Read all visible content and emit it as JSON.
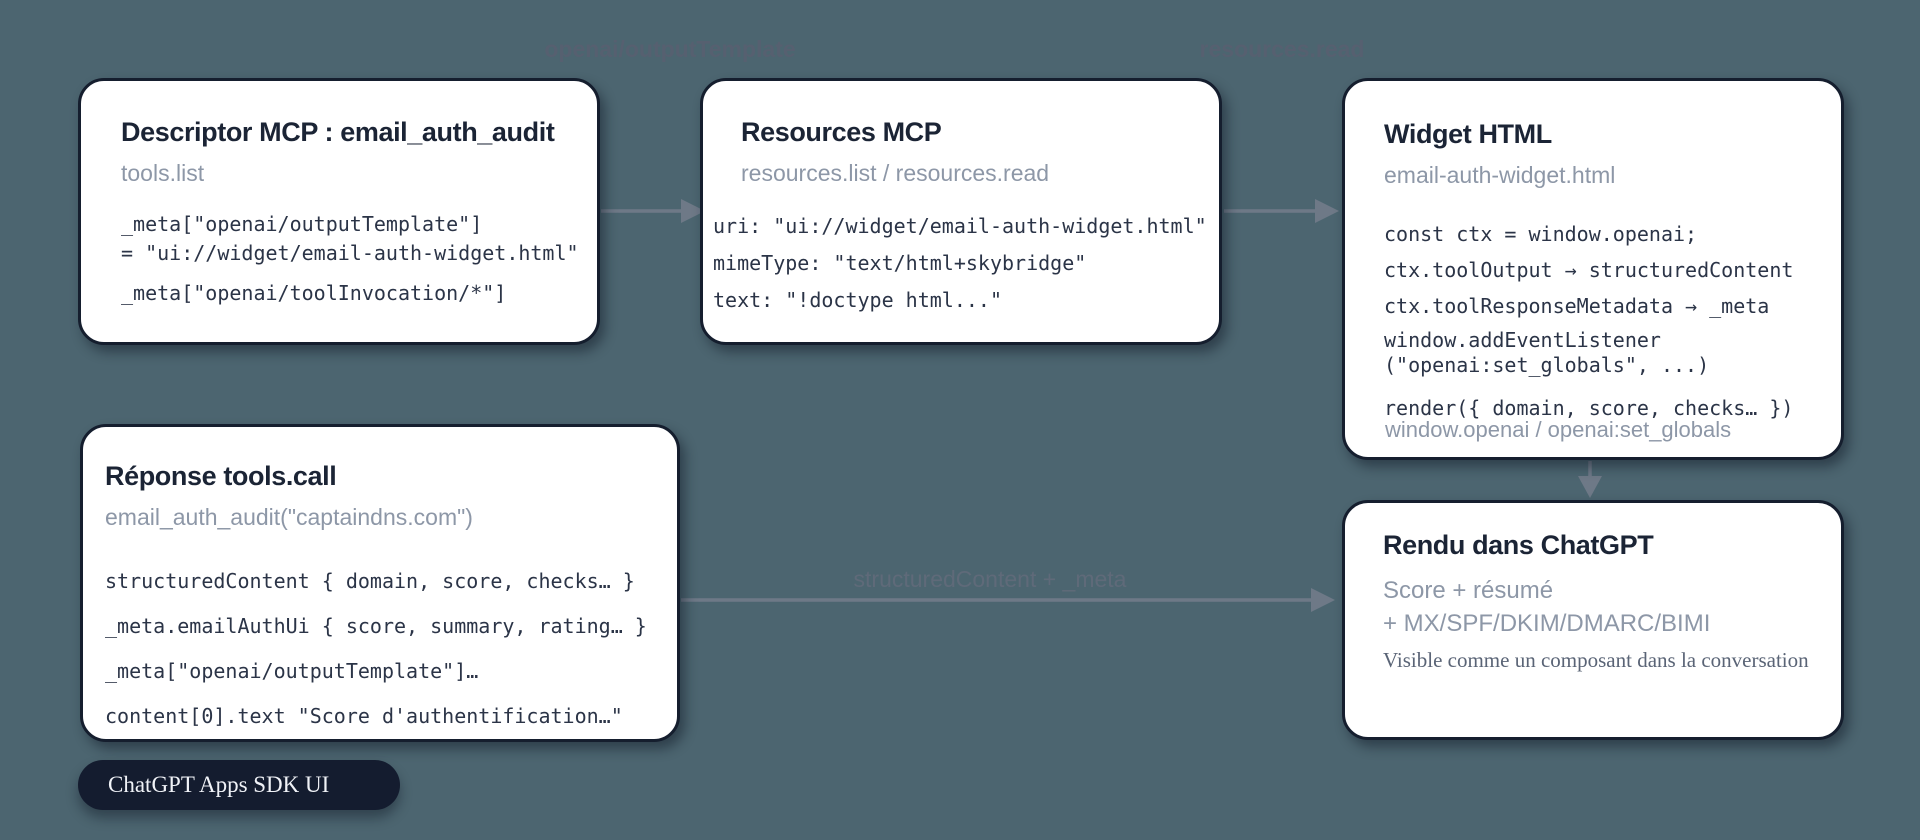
{
  "palette": {
    "bg": "#4c6570",
    "card_bg": "#ffffff",
    "border": "#151e2e",
    "title": "#1b2435",
    "muted": "#8d97a7",
    "code": "#2b3447",
    "note": "#5a6476",
    "arrow": "#6e7987",
    "label_top": "#566070",
    "label_mid": "#5f6a79",
    "badge_bg": "#141c2f",
    "badge_text": "#f0f2f7"
  },
  "edge_labels": {
    "output_template": "openai/outputTemplate",
    "resources_read": "resources.read",
    "structured_content_meta": "structuredContent + _meta"
  },
  "cards": {
    "descriptor": {
      "title": "Descriptor MCP : email_auth_audit",
      "subtitle": "tools.list",
      "code": [
        "_meta[\"openai/outputTemplate\"]",
        "= \"ui://widget/email-auth-widget.html\"",
        "_meta[\"openai/toolInvocation/*\"]"
      ]
    },
    "resources": {
      "title": "Resources MCP",
      "subtitle": "resources.list / resources.read",
      "code": [
        "uri: \"ui://widget/email-auth-widget.html\"",
        "mimeType: \"text/html+skybridge\"",
        "text: \"!doctype html...\""
      ]
    },
    "widget": {
      "title": "Widget HTML",
      "subtitle": "email-auth-widget.html",
      "code": [
        "const ctx = window.openai;",
        "ctx.toolOutput → structuredContent",
        "ctx.toolResponseMetadata → _meta",
        "window.addEventListener",
        "(\"openai:set_globals\", ...)",
        "render({ domain, score, checks… })"
      ],
      "footer": "window.openai / openai:set_globals"
    },
    "response": {
      "title": "Réponse tools.call",
      "subtitle": "email_auth_audit(\"captaindns.com\")",
      "code": [
        "structuredContent { domain, score, checks… }",
        "_meta.emailAuthUi { score, summary, rating… }",
        "_meta[\"openai/outputTemplate\"]…",
        "content[0].text \"Score d'authentification…\""
      ]
    },
    "rendered": {
      "title": "Rendu dans ChatGPT",
      "line1": "Score + résumé",
      "line2": "+ MX/SPF/DKIM/DMARC/BIMI",
      "note": "Visible comme un composant dans la conversation"
    }
  },
  "badge": {
    "label": "ChatGPT Apps SDK UI"
  }
}
